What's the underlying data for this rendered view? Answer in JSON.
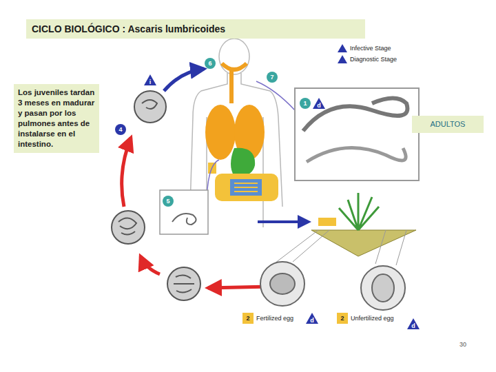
{
  "diagram": {
    "title": "CICLO BIOLÓGICO : Ascaris lumbricoides",
    "nodes": [
      {
        "text": [
          "Los juveniles tardan 3 meses en madurar y pasan por los pulmones antes de instalarse en el intestino."
        ]
      },
      {
        "text": [
          "ADULTOS"
        ]
      }
    ],
    "labels": [
      "i",
      "d",
      "1",
      "4",
      "5",
      "6",
      "7",
      "2",
      "Fertilized egg",
      "d",
      "2",
      "Unfertilized egg",
      "d",
      "30"
    ],
    "legend": [
      {
        "text": "Infective Stage"
      },
      {
        "text": "Diagnostic Stage"
      }
    ]
  }
}
